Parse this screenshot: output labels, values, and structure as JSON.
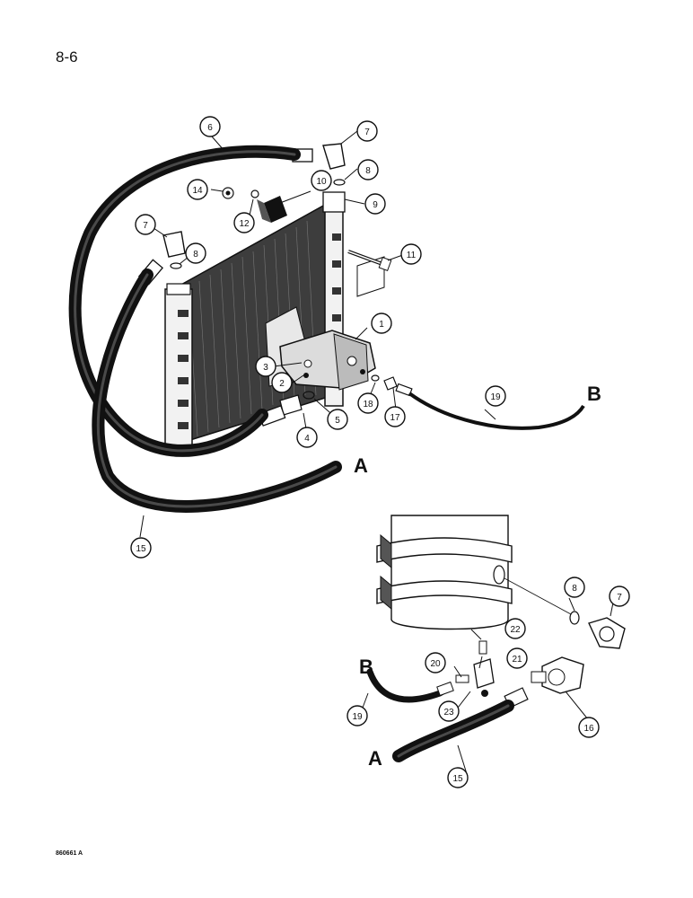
{
  "page": {
    "number": "8-6",
    "figure_code": "860661 A"
  },
  "callouts": [
    "1",
    "2",
    "3",
    "4",
    "5",
    "6",
    "7",
    "8",
    "9",
    "10",
    "11",
    "12",
    "14",
    "15",
    "16",
    "17",
    "18",
    "19",
    "20",
    "21",
    "22",
    "23"
  ],
  "end_labels": {
    "a": "A",
    "b": "B"
  },
  "colors": {
    "ink": "#111111",
    "hose": "#1a1a1a",
    "core": "#444444",
    "paper": "#ffffff"
  }
}
